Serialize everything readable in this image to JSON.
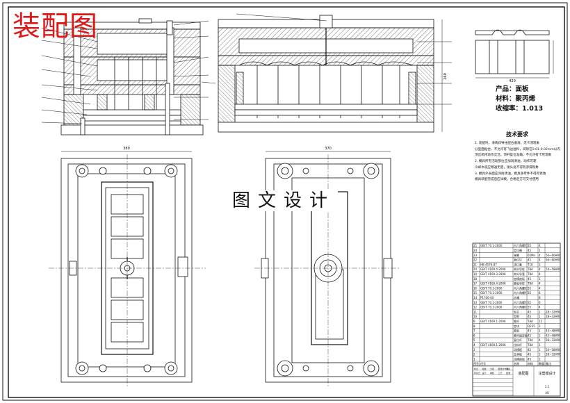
{
  "overlay": {
    "title": "装配图",
    "center_text": "图文设计"
  },
  "product": {
    "product_line": "产品：面板",
    "material_line": "材料：聚丙烯",
    "shrink_line": "收缩率：1.013"
  },
  "notes": {
    "heading": "技术要求",
    "lines": [
      "1. 装配时，滑块斜导柱配合顺滑，无卡滞现象",
      "分型面贴合，不允许有飞边溢料，间隙在0.01-0.02mm以内",
      "顶出机构动作灵活，顶杆复位准确，不允许有卡死现象",
      "2. 模具所有活动部位应加润滑油，动作可靠",
      "冷却水道应畅通无阻，接头处不得有渗漏现象",
      "3. 模具外表面应涂防锈油，模具各零件不得有锈蚀",
      "模具装配完成后应试模，合格后方可交付使用"
    ]
  },
  "bom": {
    "rows": [
      {
        "no": "25",
        "code": "GB/T 70.1-2000",
        "name": "内六角螺钉",
        "mat": "35",
        "qty": "4",
        "note": ""
      },
      {
        "no": "24",
        "code": "",
        "name": "定位圈",
        "mat": "45",
        "qty": "1",
        "note": ""
      },
      {
        "no": "23",
        "code": "",
        "name": "弹簧",
        "mat": "65Mn",
        "qty": "4",
        "note": "56~60HRC"
      },
      {
        "no": "22",
        "code": "",
        "name": "限位钉",
        "mat": "45",
        "qty": "4",
        "note": "56~60HRC"
      },
      {
        "no": "21",
        "code": "HB 4576-87",
        "name": "浇口套",
        "mat": "T10",
        "qty": "1",
        "note": ""
      },
      {
        "no": "20",
        "code": "GB/T 4169.4-2006",
        "name": "带头导柱",
        "mat": "T8A",
        "qty": "4",
        "note": "54~58HRC"
      },
      {
        "no": "19",
        "code": "GB/T 4169.3-2006",
        "name": "带头导套",
        "mat": "T8A",
        "qty": "4",
        "note": ""
      },
      {
        "no": "18",
        "code": "",
        "name": "定模座板",
        "mat": "45",
        "qty": "1",
        "note": ""
      },
      {
        "no": "17",
        "code": "GB/T 4169.4-2006",
        "name": "推板导柱",
        "mat": "T8A",
        "qty": "4",
        "note": ""
      },
      {
        "no": "16",
        "code": "GB/T 70.1-2000",
        "name": "内六角螺钉",
        "mat": "35",
        "qty": "4",
        "note": ""
      },
      {
        "no": "15",
        "code": "GB/T 70.1-2000",
        "name": "内六角螺钉",
        "mat": "35",
        "qty": "4",
        "note": ""
      },
      {
        "no": "14",
        "code": "P1700-40",
        "name": "水嘴",
        "mat": "",
        "qty": "8",
        "note": ""
      },
      {
        "no": "13",
        "code": "GB/T 70.1-2000",
        "name": "内六角螺钉",
        "mat": "35",
        "qty": "6",
        "note": ""
      },
      {
        "no": "12",
        "code": "GB/T 70.1-2000",
        "name": "内六角螺钉",
        "mat": "35",
        "qty": "4",
        "note": ""
      },
      {
        "no": "11",
        "code": "",
        "name": "型芯",
        "mat": "45",
        "qty": "1",
        "note": "28~32HRC"
      },
      {
        "no": "10",
        "code": "",
        "name": "型腔",
        "mat": "45",
        "qty": "1",
        "note": "28~32HRC"
      },
      {
        "no": "9",
        "code": "GB/T 4169.1-2006",
        "name": "推杆",
        "mat": "T8A",
        "qty": "12",
        "note": ""
      },
      {
        "no": "8",
        "code": "",
        "name": "垫块",
        "mat": "Q235",
        "qty": "2",
        "note": ""
      },
      {
        "no": "7",
        "code": "",
        "name": "推板",
        "mat": "45",
        "qty": "1",
        "note": "43~48HRC"
      },
      {
        "no": "6",
        "code": "",
        "name": "推杆固定板",
        "mat": "45",
        "qty": "1",
        "note": "43~48HRC"
      },
      {
        "no": "5",
        "code": "",
        "name": "复位杆",
        "mat": "T8A",
        "qty": "4",
        "note": "28~32HRC"
      },
      {
        "no": "4",
        "code": "GB/T 4169.1-2006",
        "name": "拉料杆",
        "mat": "T8A",
        "qty": "1",
        "note": ""
      },
      {
        "no": "3",
        "code": "",
        "name": "动模板",
        "mat": "45",
        "qty": "1",
        "note": "54~58HRC"
      },
      {
        "no": "2",
        "code": "",
        "name": "支承板",
        "mat": "45",
        "qty": "1",
        "note": "28~32HRC"
      },
      {
        "no": "1",
        "code": "",
        "name": "动模座板",
        "mat": "45",
        "qty": "1",
        "note": ""
      }
    ],
    "header": {
      "no": "序号",
      "code": "代号",
      "name": "名称",
      "mat": "材料",
      "qty": "数量",
      "note": "备注"
    },
    "title_block": {
      "drawing_title": "装配图",
      "school": "注塑模设计",
      "scale": "1:1",
      "sheet": "A0",
      "labels": [
        "标记",
        "处数",
        "分区",
        "更改文件号",
        "签名",
        "年月日",
        "设计",
        "审核",
        "工艺",
        "批准"
      ]
    }
  },
  "dimension": {
    "width_front": "380",
    "width_side": "370",
    "width_part": "420",
    "height_side": "260"
  },
  "colors": {
    "line": "#111111",
    "stamp": "#e01818",
    "hatch": "#555555"
  }
}
